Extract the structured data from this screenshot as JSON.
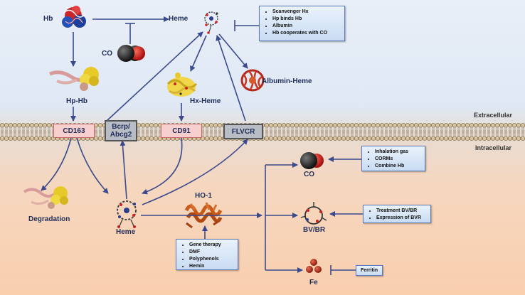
{
  "nodes": {
    "hb": "Hb",
    "heme_top": "Heme",
    "co_top": "CO",
    "hp_hb": "Hp-Hb",
    "hx_heme": "Hx-Heme",
    "albumin_heme": "Albumin-Heme",
    "degradation": "Degradation",
    "heme_bottom": "Heme",
    "ho1": "HO-1",
    "co_bottom": "CO",
    "bv_br": "BV/BR",
    "fe": "Fe"
  },
  "receptors": {
    "cd163": "CD163",
    "bcrp": "Bcrp/ Abcg2",
    "cd91": "CD91",
    "flvcr": "FLVCR"
  },
  "compartments": {
    "extracellular": "Extracellular",
    "intracellular": "Intracellular"
  },
  "boxes": {
    "scavenger": [
      "Scanvenger Hx",
      "Hp binds Hb",
      "Albumin",
      "Hb cooperates with CO"
    ],
    "co_sources": [
      "Inhalation gas",
      "CORMs",
      "Combine Hb"
    ],
    "bvr": [
      "Treatment BV/BR",
      "Expression of BVR"
    ],
    "ho1_inducers": [
      "Gene therapy",
      "DMF",
      "Polyphenols",
      "Hemin"
    ],
    "ferritin": "Ferritin"
  },
  "colors": {
    "arrow": "#3a4a8c",
    "receptor_pink": "#f7cfcf",
    "receptor_gray": "#b8bcc4",
    "box_blue": "#c9dcf3"
  }
}
